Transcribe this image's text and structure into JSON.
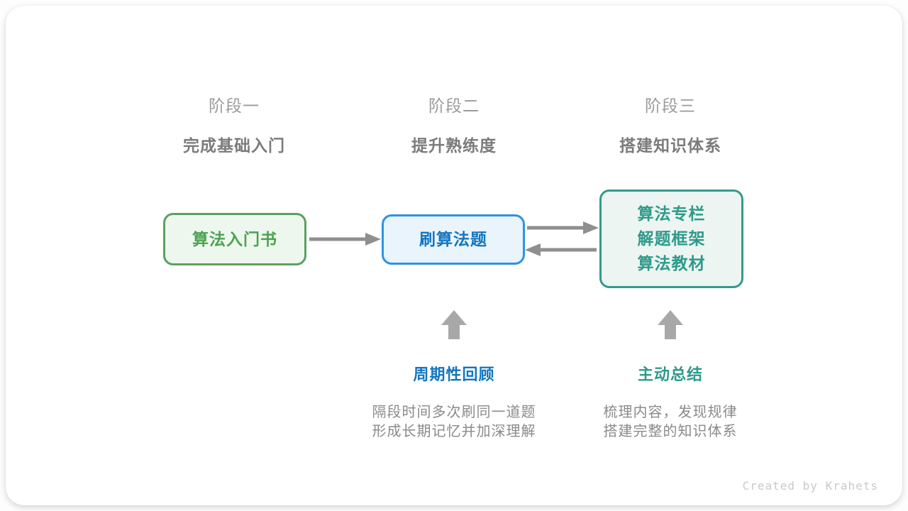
{
  "colors": {
    "card_bg": "#ffffff",
    "stage_label": "#9b9b9b",
    "stage_subtitle": "#7b7b7b",
    "green_border": "#5ca060",
    "green_text": "#4aa350",
    "green_bg": "#eef7ee",
    "blue_border": "#2e93e4",
    "blue_text": "#1376bf",
    "blue_bg": "#e9f4fd",
    "teal_border": "#349b8b",
    "teal_text": "#2e9a8a",
    "teal_bg": "#ecf5f1",
    "desc_text": "#8a8a8a",
    "arrow_gray": "#8f8f8f",
    "block_arrow_gray": "#a8a8a8",
    "credit_gray": "#c9c9c9"
  },
  "stages": [
    {
      "label": "阶段一",
      "subtitle": "完成基础入门"
    },
    {
      "label": "阶段二",
      "subtitle": "提升熟练度"
    },
    {
      "label": "阶段三",
      "subtitle": "搭建知识体系"
    }
  ],
  "nodes": [
    {
      "id": "intro-book",
      "theme": "green",
      "lines": [
        "算法入门书"
      ]
    },
    {
      "id": "practice",
      "theme": "blue",
      "lines": [
        "刷算法题"
      ]
    },
    {
      "id": "knowledge",
      "theme": "teal",
      "lines": [
        "算法专栏",
        "解题框架",
        "算法教材"
      ]
    }
  ],
  "callouts": [
    {
      "title": "周期性回顾",
      "theme": "blue",
      "desc_lines": [
        "隔段时间多次刷同一道题",
        "形成长期记忆并加深理解"
      ]
    },
    {
      "title": "主动总结",
      "theme": "teal",
      "desc_lines": [
        "梳理内容，发现规律",
        "搭建完整的知识体系"
      ]
    }
  ],
  "credit": "Created by Krahets"
}
